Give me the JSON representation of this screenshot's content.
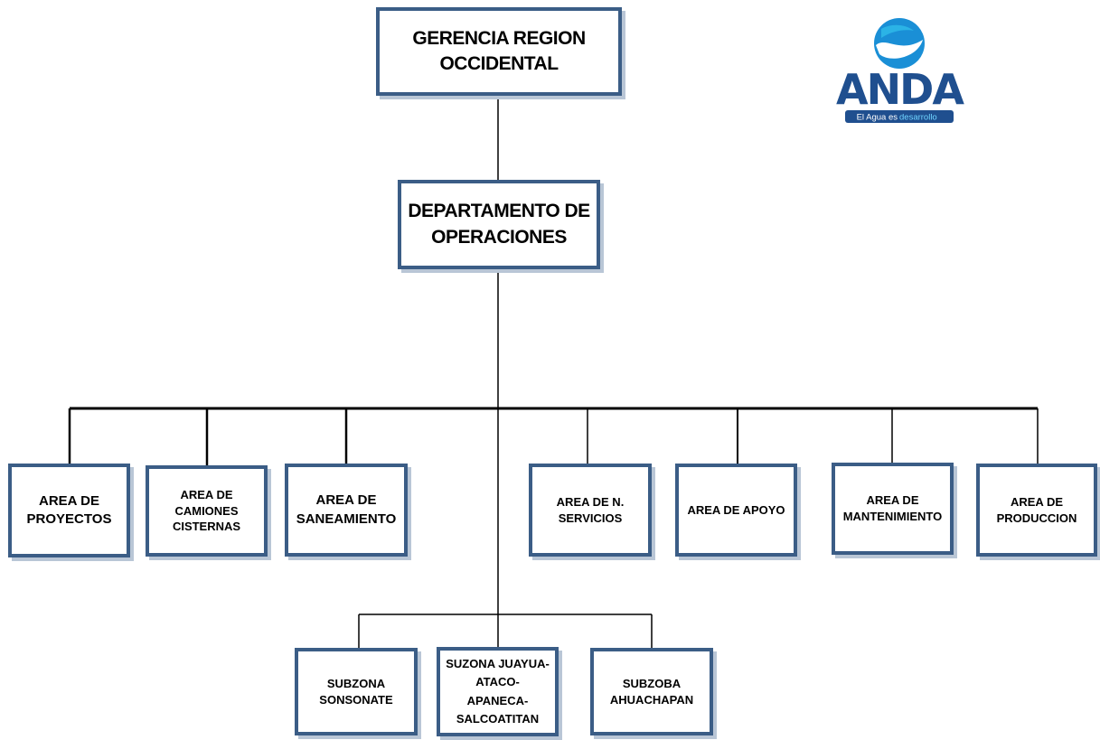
{
  "logo": {
    "name": "ANDA",
    "tagline_part1": "El Agua es",
    "tagline_part2": "desarrollo",
    "colors": {
      "blue": "#1a8fd6",
      "navy": "#1f4f8f",
      "accent": "#2bb3e6"
    }
  },
  "top": {
    "line1": "GERENCIA REGION",
    "line2": "OCCIDENTAL"
  },
  "dept": {
    "line1": "DEPARTAMENTO DE",
    "line2": "OPERACIONES"
  },
  "areas": [
    {
      "line1": "AREA DE",
      "line2": "PROYECTOS",
      "line3": ""
    },
    {
      "line1": "AREA DE",
      "line2": "CAMIONES",
      "line3": "CISTERNAS"
    },
    {
      "line1": "AREA DE",
      "line2": "SANEAMIENTO",
      "line3": ""
    },
    {
      "line1": "AREA DE N.",
      "line2": "SERVICIOS",
      "line3": ""
    },
    {
      "line1": "AREA DE APOYO",
      "line2": "",
      "line3": ""
    },
    {
      "line1": "AREA DE",
      "line2": "MANTENIMIENTO",
      "line3": ""
    },
    {
      "line1": "AREA DE",
      "line2": "PRODUCCION",
      "line3": ""
    }
  ],
  "subzones": [
    {
      "line1": "SUBZONA",
      "line2": "SONSONATE",
      "line3": ""
    },
    {
      "line1": "SUZONA JUAYUA-",
      "line2": "ATACO-APANECA-",
      "line3": "SALCOATITAN"
    },
    {
      "line1": "SUBZOBA",
      "line2": "AHUACHAPAN",
      "line3": ""
    }
  ],
  "colors": {
    "box_border": "#3b5d86",
    "line": "#000000"
  }
}
